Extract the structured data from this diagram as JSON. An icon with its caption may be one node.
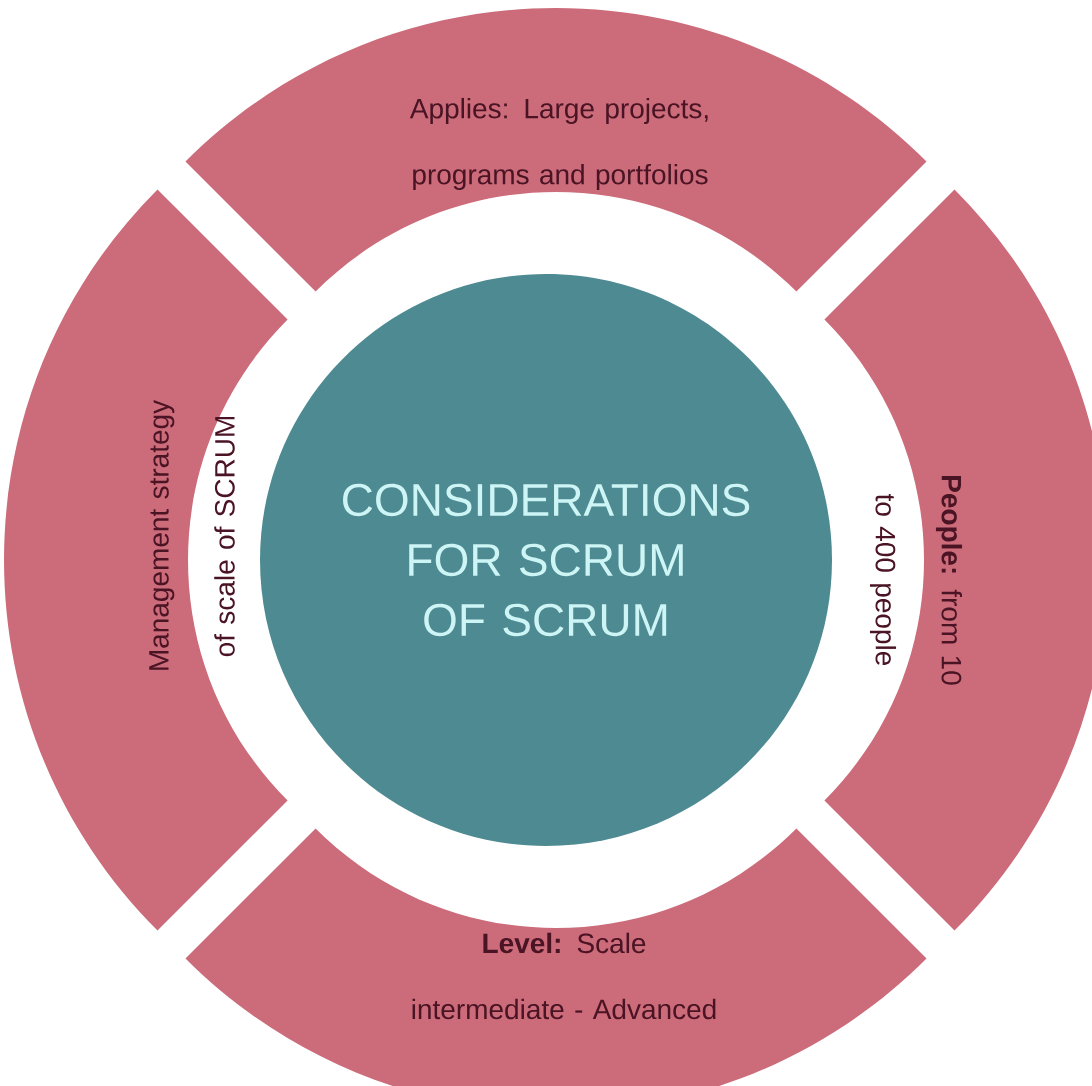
{
  "diagram": {
    "nodes": [
      {
        "text": [
          "CONSIDERATIONS FOR SCRUM OF SCRUM"
        ]
      },
      {
        "text": [
          "Applies: Large projects, programs and portfolios"
        ]
      },
      {
        "text": [
          "**People:** from 10 to 400 people"
        ]
      },
      {
        "text": [
          "**Level:** Scale intermediate - Advanced"
        ]
      },
      {
        "text": [
          "Management strategy of scale of SCRUM"
        ]
      }
    ]
  }
}
